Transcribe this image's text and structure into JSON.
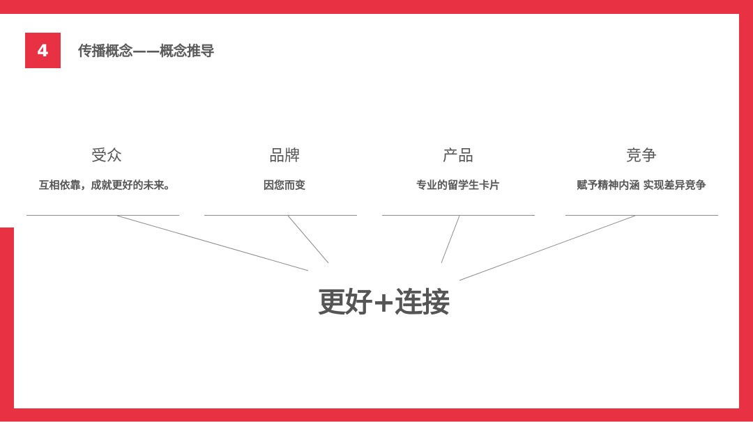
{
  "slide": {
    "number": "4",
    "title": "传播概念——概念推导",
    "accent_color": "#e83244",
    "text_color": "#555555"
  },
  "concepts": [
    {
      "title": "受众",
      "subtitle": "互相依靠，成就更好的未来。"
    },
    {
      "title": "品牌",
      "subtitle": "因您而变"
    },
    {
      "title": "产品",
      "subtitle": "专业的留学生卡片"
    },
    {
      "title": "竞争",
      "subtitle": "赋予精神内涵 实现差异竞争"
    }
  ],
  "result": {
    "text": "更好+连接"
  }
}
